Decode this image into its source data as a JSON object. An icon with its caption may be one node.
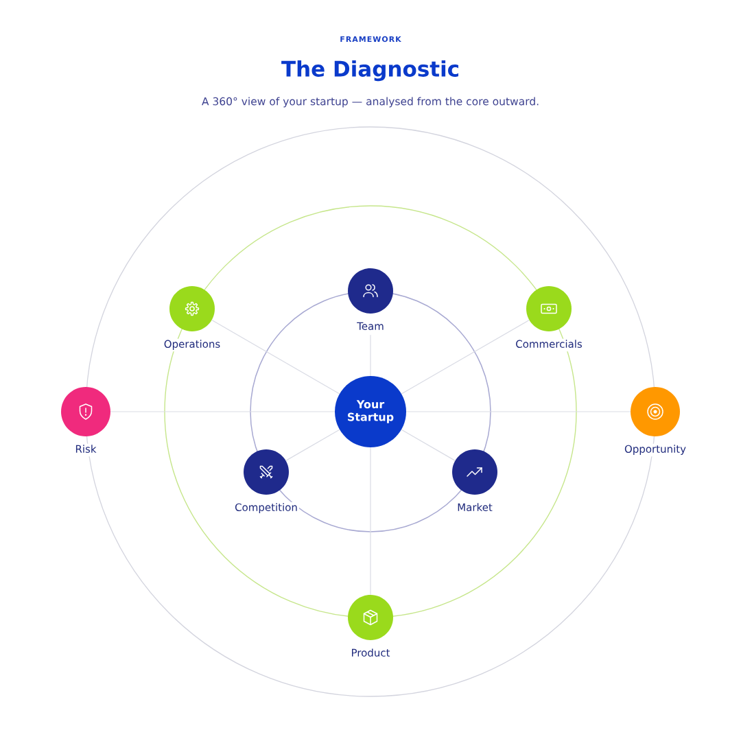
{
  "diagram": {
    "title": "The Diagnostic",
    "nodes": [
      {
        "text": [
          "Team"
        ]
      },
      {
        "text": [
          "Operations"
        ]
      },
      {
        "text": [
          "Commercials"
        ]
      },
      {
        "text": [
          "Risk"
        ]
      },
      {
        "text": [
          "Your Startup"
        ]
      },
      {
        "text": [
          "Opportunity"
        ]
      },
      {
        "text": [
          "Competition"
        ]
      },
      {
        "text": [
          "Market"
        ]
      },
      {
        "text": [
          "Product"
        ]
      }
    ],
    "edges": [
      {
        "from": 4,
        "to": 0,
        "arrow": "none"
      },
      {
        "from": 4,
        "to": 1,
        "arrow": "none"
      },
      {
        "from": 4,
        "to": 2,
        "arrow": "none"
      },
      {
        "from": 4,
        "to": 3,
        "arrow": "none"
      },
      {
        "from": 4,
        "to": 5,
        "arrow": "none"
      },
      {
        "from": 4,
        "to": 6,
        "arrow": "none"
      },
      {
        "from": 4,
        "to": 7,
        "arrow": "none"
      },
      {
        "from": 4,
        "to": 8,
        "arrow": "none"
      }
    ],
    "labels": [
      "FRAMEWORK",
      "A 360° view of your startup — analysed from the core outward."
    ]
  }
}
